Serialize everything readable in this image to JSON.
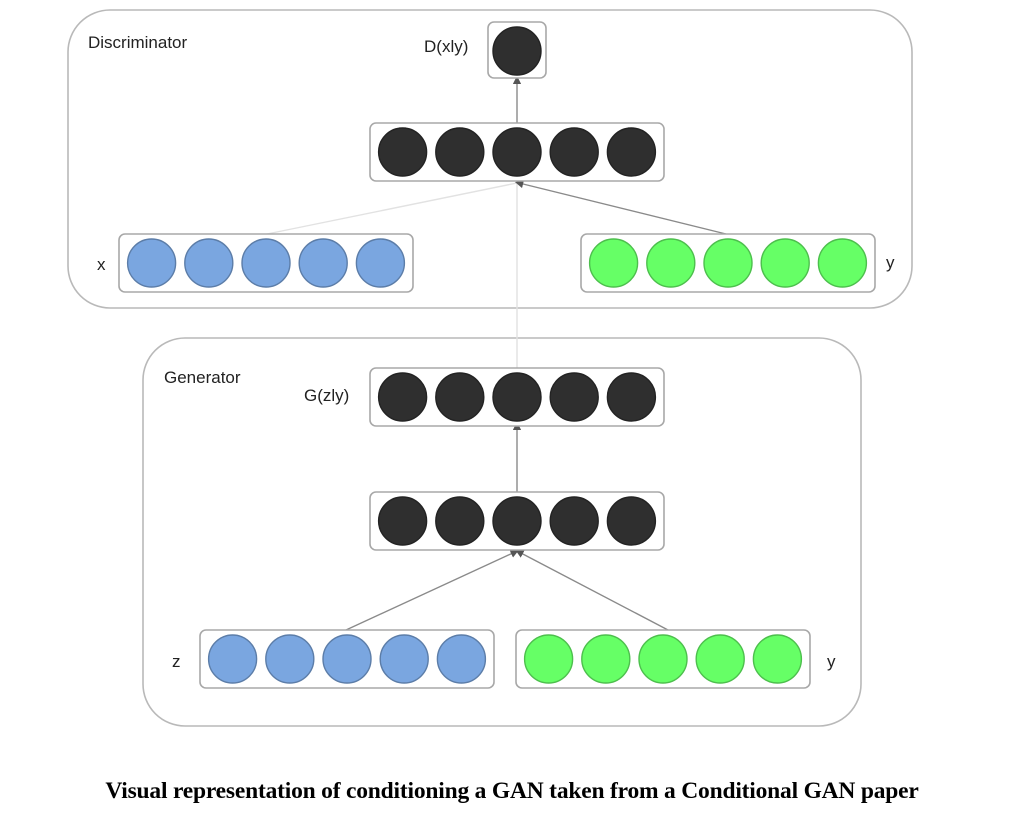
{
  "diagram": {
    "discriminator": {
      "title": "Discriminator",
      "output_label": "D(xly)",
      "output_nodes": 1,
      "hidden_nodes": 5,
      "inputs": [
        {
          "label": "x",
          "nodes": 5,
          "color": "#7aa6e0"
        },
        {
          "label": "y",
          "nodes": 5,
          "color": "#66ff66"
        }
      ]
    },
    "generator": {
      "title": "Generator",
      "output_label": "G(zly)",
      "output_nodes": 5,
      "hidden_nodes": 5,
      "inputs": [
        {
          "label": "z",
          "nodes": 5,
          "color": "#7aa6e0"
        },
        {
          "label": "y",
          "nodes": 5,
          "color": "#66ff66"
        }
      ]
    },
    "colors": {
      "hidden_node": "#2f2f2f",
      "input_x": "#7aa6e0",
      "input_y": "#66ff66"
    }
  },
  "caption": "Visual representation of conditioning a GAN taken from a Conditional GAN paper"
}
